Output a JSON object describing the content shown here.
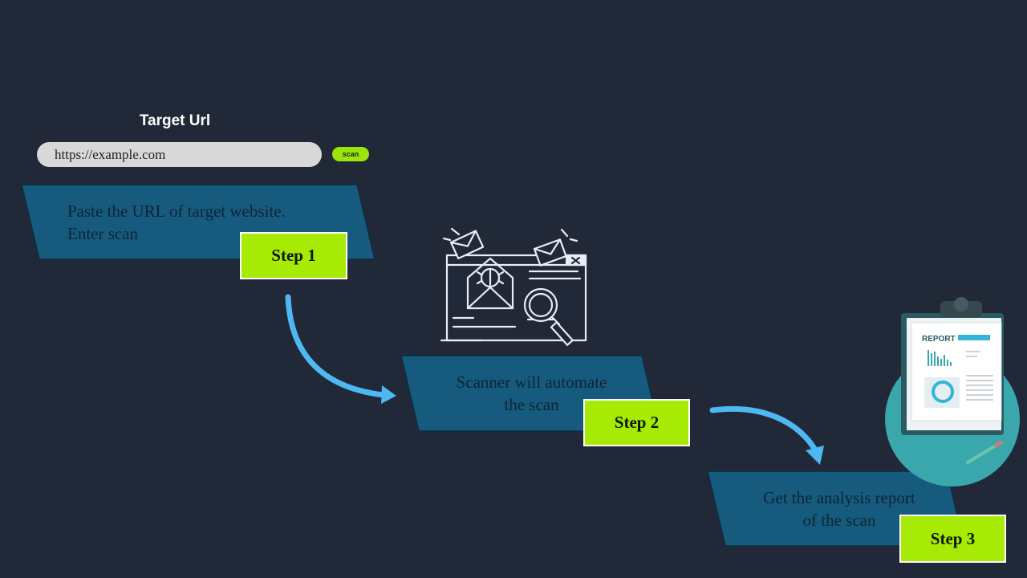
{
  "url_form": {
    "label": "Target Url",
    "input_value": "https://example.com",
    "scan_label": "scan"
  },
  "steps": [
    {
      "line1": "Paste the URL of target website.",
      "line2": "Enter scan",
      "badge": "Step 1"
    },
    {
      "line1": "Scanner will automate",
      "line2": "the scan",
      "badge": "Step 2"
    },
    {
      "line1": "Get the analysis report",
      "line2": "of the scan",
      "badge": "Step 3"
    }
  ],
  "report_card": {
    "title": "REPORT"
  },
  "colors": {
    "background": "#212838",
    "panel": "#165b7d",
    "badge": "#a6ea06",
    "arrow": "#4db8f2",
    "scan_button": "#9be40e"
  },
  "icons": [
    "scanner-illustration-icon",
    "report-clipboard-icon",
    "curved-arrow-icon"
  ]
}
